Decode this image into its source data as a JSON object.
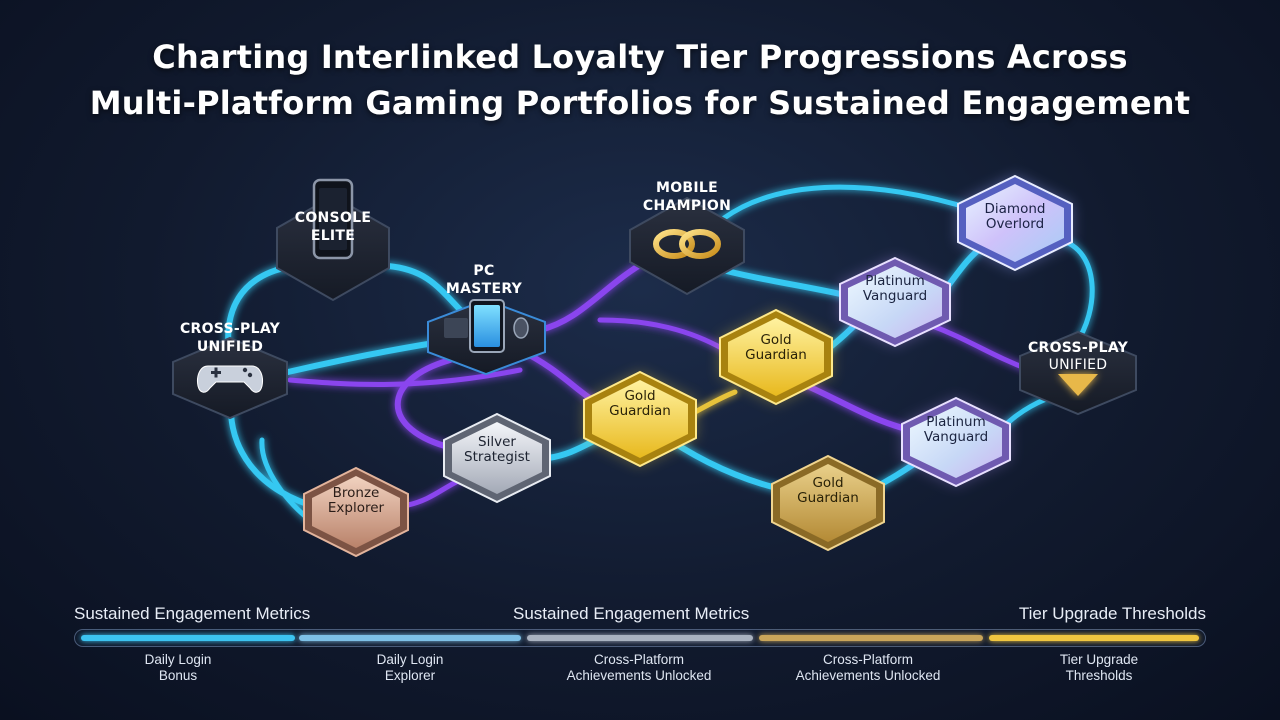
{
  "title": {
    "line1": "Charting Interlinked Loyalty Tier Progressions Across",
    "line2": "Multi-Platform Gaming Portfolios for Sustained Engagement"
  },
  "platforms": {
    "console": {
      "line1": "CONSOLE",
      "line2": "ELITE",
      "icon": "smartphone-icon"
    },
    "pc": {
      "line1": "PC",
      "line2": "MASTERY",
      "icon": "pc-setup-icon"
    },
    "mobile": {
      "line1": "MOBILE",
      "line2": "CHAMPION",
      "icon": "linked-rings-icon"
    },
    "crossplay_left": {
      "line1": "CROSS-PLAY",
      "line2": "UNIFIED",
      "icon": "gamepad-icon"
    },
    "crossplay_right": {
      "line1": "CROSS-PLAY",
      "line2": "UNIFIED",
      "icon": "chevron-down-icon"
    }
  },
  "tiers": {
    "bronze": {
      "line1": "Bronze",
      "line2": "Explorer"
    },
    "silver": {
      "line1": "Silver",
      "line2": "Strategist"
    },
    "gold1": {
      "line1": "Gold",
      "line2": "Guardian"
    },
    "gold2": {
      "line1": "Gold",
      "line2": "Guardian"
    },
    "gold3": {
      "line1": "Gold",
      "line2": "Guardian"
    },
    "platinum1": {
      "line1": "Platinum",
      "line2": "Vanguard"
    },
    "platinum2": {
      "line1": "Platinum",
      "line2": "Vanguard"
    },
    "diamond": {
      "line1": "Diamond",
      "line2": "Overlord"
    }
  },
  "colors": {
    "cyan_link": "#35c8f2",
    "purple_link": "#8a45ee",
    "bronze": "#c9937a",
    "silver": "#c9ced8",
    "gold": "#f2cf3c",
    "gold_dark": "#c7a040",
    "platinum": "#b8dcf5",
    "diamond": "#c6b8f7"
  },
  "progress_bar": {
    "headings": {
      "left": "Sustained Engagement Metrics",
      "center": "Sustained Engagement Metrics",
      "right": "Tier Upgrade Thresholds"
    },
    "segments": [
      {
        "line1": "Daily Login",
        "line2": "Bonus",
        "color": "#3cc3f0"
      },
      {
        "line1": "Daily Login",
        "line2": "Explorer",
        "color": "#7ec0e6"
      },
      {
        "line1": "Cross-Platform",
        "line2": "Achievements Unlocked",
        "color": "#a9b2c0"
      },
      {
        "line1": "Cross-Platform",
        "line2": "Achievements Unlocked",
        "color": "#c9a55a"
      },
      {
        "line1": "Tier Upgrade",
        "line2": "Thresholds",
        "color": "#f0c640"
      }
    ]
  }
}
